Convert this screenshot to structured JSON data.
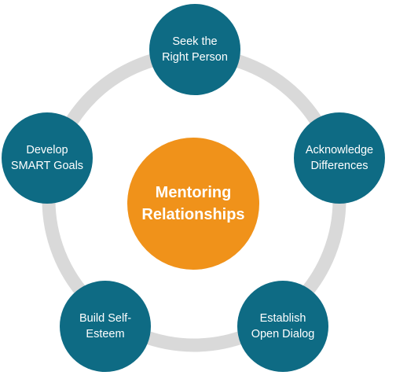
{
  "center": {
    "label": "Mentoring\nRelationships"
  },
  "nodes": [
    {
      "label": "Seek the\nRight Person"
    },
    {
      "label": "Acknowledge\nDifferences"
    },
    {
      "label": "Establish\nOpen Dialog"
    },
    {
      "label": "Build Self-\nEsteem"
    },
    {
      "label": "Develop\nSMART Goals"
    }
  ],
  "colors": {
    "ring": "#d9d9d9",
    "node_fill": "#0e6b84",
    "center_fill": "#f0921a",
    "text": "#ffffff"
  }
}
